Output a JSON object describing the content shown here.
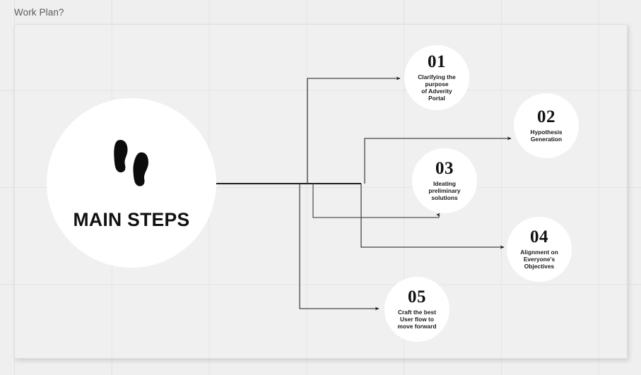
{
  "document": {
    "title": "Work Plan?"
  },
  "canvas": {
    "grid_color": "#e4e4e4",
    "frame_border_color": "#dedede",
    "background_color": "#efefef"
  },
  "diagram": {
    "type": "radial-branch-flow",
    "accent_color": "#111111",
    "connector_color": "#3a3a3a",
    "node_fill": "#ffffff",
    "hub": {
      "title": "MAIN STEPS",
      "icon": "footprints-icon"
    },
    "steps": [
      {
        "number": "01",
        "label": "Clarifying the\npurpose\nof Adverity\nPortal"
      },
      {
        "number": "02",
        "label": "Hypothesis\nGeneration"
      },
      {
        "number": "03",
        "label": "Ideating\npreliminary\nsolutions"
      },
      {
        "number": "04",
        "label": "Alignment on\nEveryone's\nObjectives"
      },
      {
        "number": "05",
        "label": "Craft the best\nUser flow to\nmove forward"
      }
    ]
  }
}
